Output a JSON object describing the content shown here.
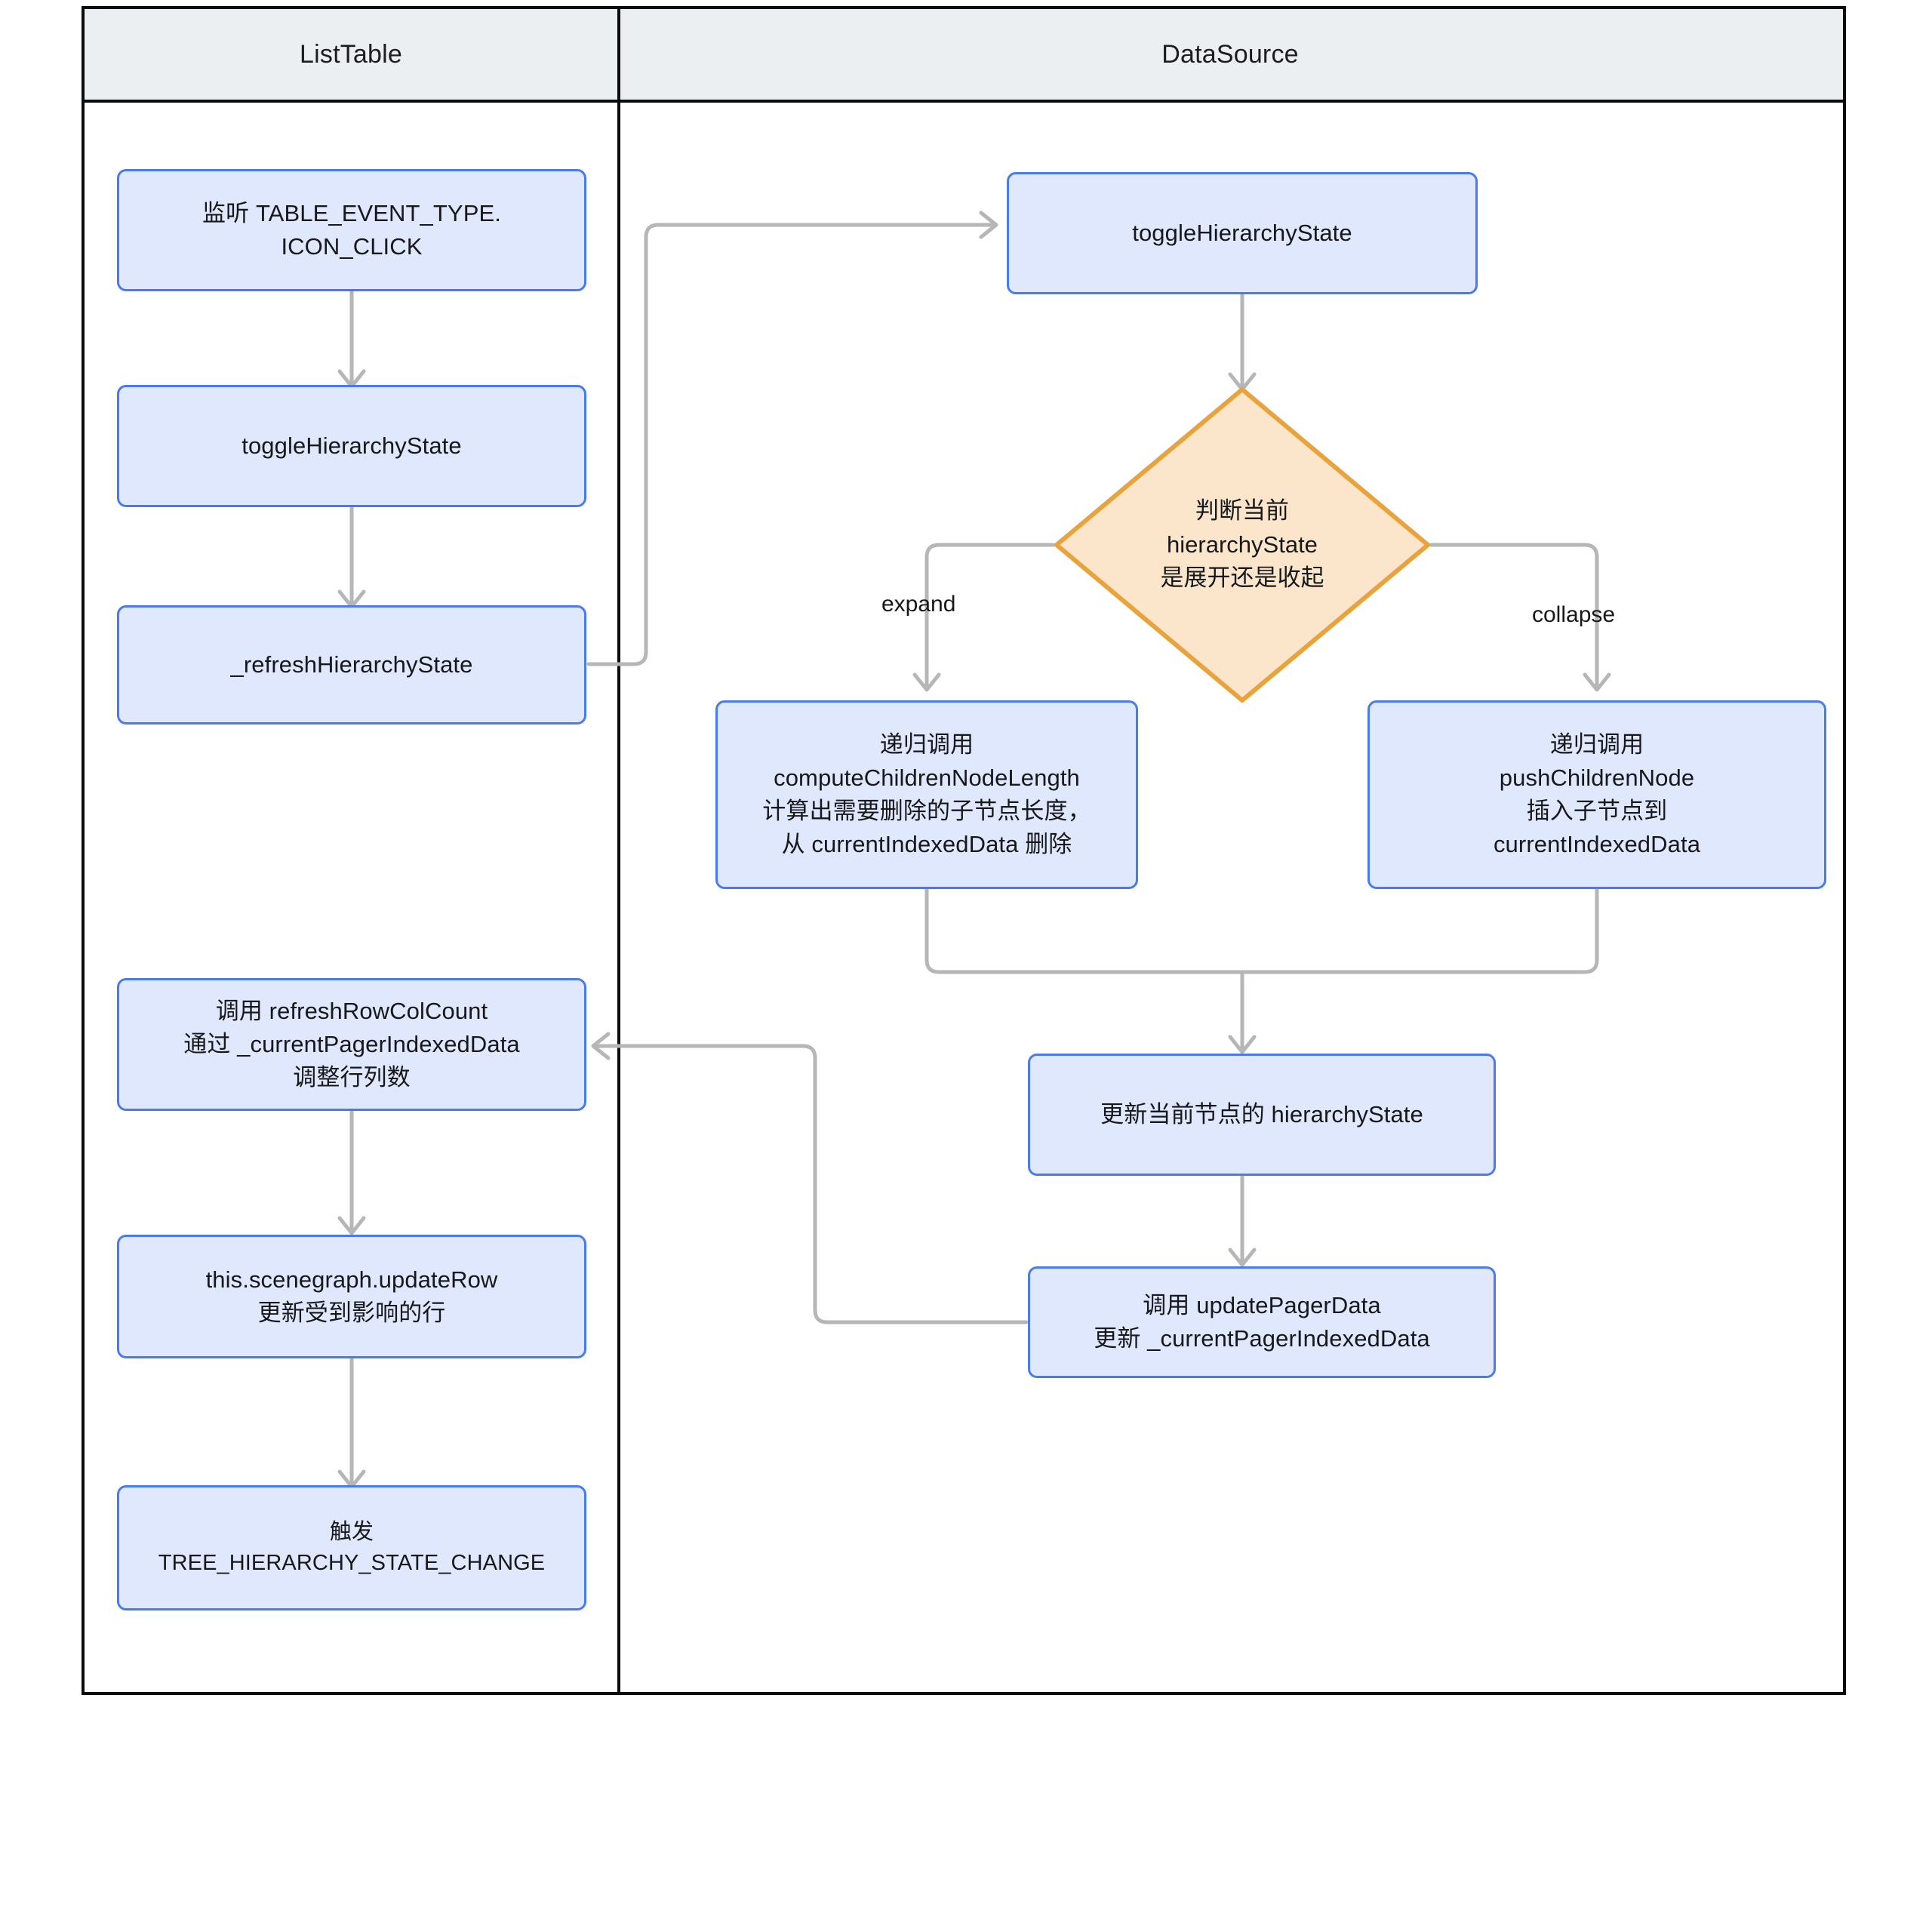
{
  "diagram": {
    "type": "flowchart-swimlane",
    "lanes": [
      {
        "id": "listtable",
        "title": "ListTable"
      },
      {
        "id": "datasource",
        "title": "DataSource"
      }
    ],
    "colors": {
      "process_fill": "#dfe8fd",
      "process_border": "#4a7bec",
      "decision_fill": "#fce6cb",
      "decision_border": "#e8a33d",
      "lane_header_fill": "#eceff1",
      "lane_border": "#0b0b0b",
      "connector": "#b6b6b6",
      "text": "#17181a"
    },
    "nodes": {
      "listen_icon_click": "监听 TABLE_EVENT_TYPE.\nICON_CLICK",
      "toggle_hierarchy_state_lt": "toggleHierarchyState",
      "refresh_hierarchy_state": "_refreshHierarchyState",
      "refresh_row_col_count": "调用 refreshRowColCount\n通过 _currentPagerIndexedData\n调整行列数",
      "scenegraph_update_row": "this.scenegraph.updateRow\n更新受到影响的行",
      "emit_tree_state_change": "触发\nTREE_HIERARCHY_STATE_CHANGE",
      "toggle_hierarchy_state_ds": "toggleHierarchyState",
      "decision_hierarchy_state": "判断当前\nhierarchyState\n是展开还是收起",
      "branch_expand": "递归调用\ncomputeChildrenNodeLength\n计算出需要删除的子节点长度，\n从 currentIndexedData 删除",
      "branch_collapse": "递归调用\npushChildrenNode\n插入子节点到\ncurrentIndexedData",
      "update_node_hierarchy_state": "更新当前节点的 hierarchyState",
      "call_update_pager_data": "调用 updatePagerData\n更新 _currentPagerIndexedData"
    },
    "edge_labels": {
      "expand": "expand",
      "collapse": "collapse"
    }
  }
}
